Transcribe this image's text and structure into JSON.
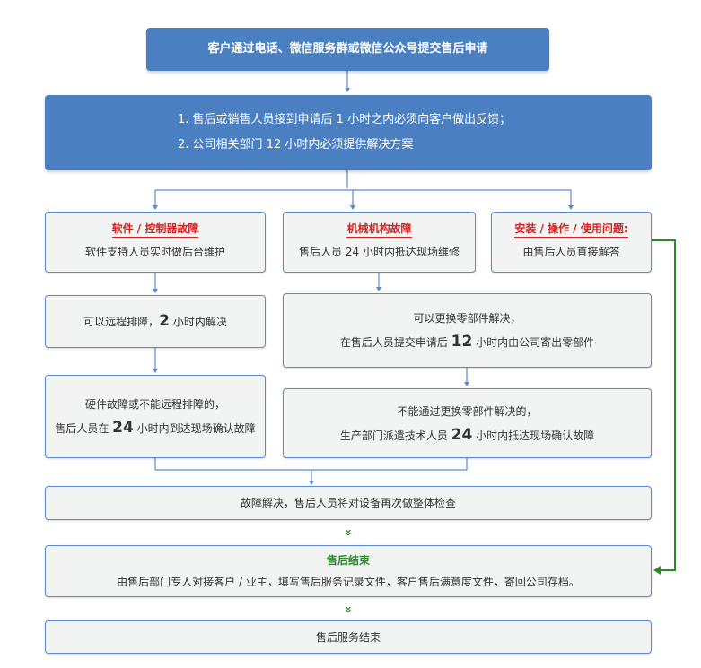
{
  "start": "客户通过电话、微信服务群或微信公众号提交售后申请",
  "response": [
    "1. 售后或销售人员接到申请后 1 小时之内必须向客户做出反馈；",
    "2. 公司相关部门 12 小时内必须提供解决方案"
  ],
  "software": {
    "title": "软件 / 控制器故障",
    "desc": "软件支持人员实时做后台维护"
  },
  "mechanical": {
    "title": "机械机构故障",
    "desc": "售后人员 24 小时内抵达现场维修"
  },
  "install": {
    "title": "安装 / 操作 / 使用问题:",
    "desc": "由售后人员直接解答"
  },
  "remote": {
    "pre": "可以远程排障，",
    "num": "2",
    "post": " 小时内解决"
  },
  "parts": {
    "line1": "可以更换零部件解决，",
    "pre": "在售后人员提交申请后 ",
    "num": "12",
    "post": " 小时内由公司寄出零部件"
  },
  "hardware": {
    "line1": "硬件故障或不能远程排障的，",
    "pre": "售后人员在 ",
    "num": "24",
    "post": " 小时内到达现场确认故障"
  },
  "noparts": {
    "line1": "不能通过更换零部件解决的，",
    "pre": "生产部门派遣技术人员 ",
    "num": "24",
    "post": " 小时内抵达现场确认故障"
  },
  "check": "故障解决，售后人员将对设备再次做整体检查",
  "closing": {
    "title": "售后结束",
    "desc": "由售后部门专人对接客户 / 业主，填写售后服务记录文件，客户售后满意度文件，寄回公司存档。"
  },
  "end": "售后服务结束",
  "colors": {
    "blue": "#4a7fc1",
    "red": "#d61f1f",
    "green": "#2a8a2a"
  }
}
